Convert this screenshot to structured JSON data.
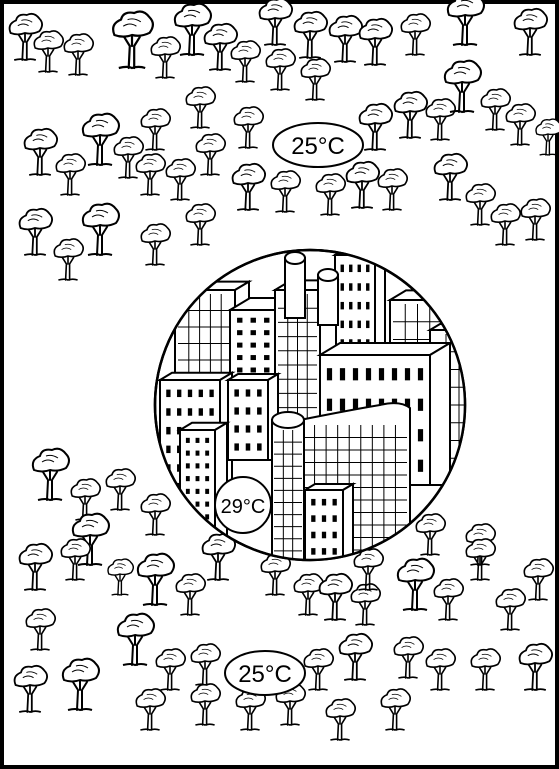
{
  "scene": {
    "temperature_labels": {
      "forest_top": "25°C",
      "city_center": "29°C",
      "forest_bottom": "25°C"
    },
    "colors": {
      "ink": "#000000",
      "paper": "#ffffff"
    }
  }
}
